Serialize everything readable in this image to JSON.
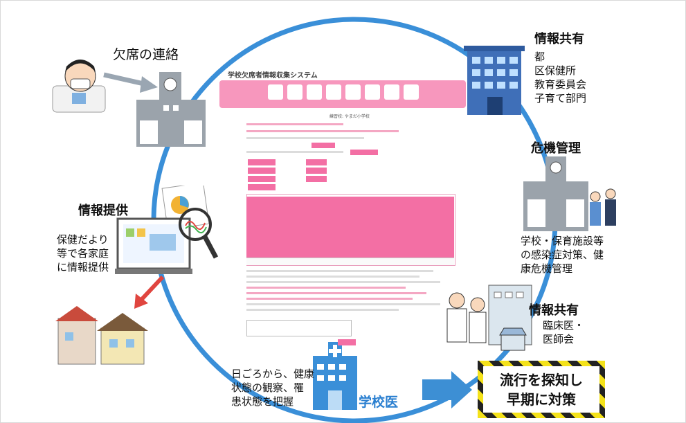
{
  "labels": {
    "absence": "欠席の連絡",
    "info_share_1": "情報共有",
    "info_share_1_list": [
      "都",
      "区保健所",
      "教育委員会",
      "子育て部門"
    ],
    "crisis": "危機管理",
    "crisis_desc": [
      "学校・保育施設等",
      "の感染症対策、健",
      "康危機管理"
    ],
    "info_share_2": "情報共有",
    "info_share_2_list": [
      "臨床医・",
      "医師会"
    ],
    "info_provide": "情報提供",
    "info_provide_desc": [
      "保健だより",
      "等で各家庭",
      "に情報提供"
    ],
    "school_doctor": "学校医",
    "school_doctor_desc": [
      "日ごろから、健康",
      "状態の観察、罹",
      "患状態を把握"
    ],
    "result": [
      "流行を探知し",
      "早期に対策"
    ]
  },
  "system": {
    "title": "学校欠席者情報収集システム",
    "school_name": "練習校: やまだ小学校"
  },
  "colors": {
    "ring": "#3a8fd8",
    "pink": "#f36fa4",
    "arrow_blue": "#3d8fd4",
    "arrow_red": "#e0453f",
    "caution_yellow": "#f4e21a"
  }
}
